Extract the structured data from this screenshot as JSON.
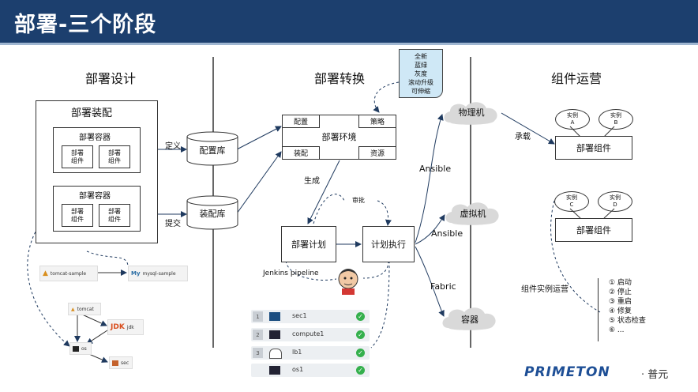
{
  "header": {
    "title": "部署-三个阶段"
  },
  "sections": {
    "design": "部署设计",
    "transform": "部署转换",
    "operations": "组件运营"
  },
  "design": {
    "assembly": "部署装配",
    "container1": "部署容器",
    "container2": "部署容器",
    "component": "部署\n组件",
    "thumb_tomcat_sample": "tomcat-sample",
    "thumb_mysql_sample": "mysql-sample",
    "thumb_tomcat": "tomcat",
    "thumb_jdk": "jdk",
    "thumb_os": "os",
    "thumb_sec": "sec"
  },
  "transform": {
    "define": "定义",
    "submit": "提交",
    "config_repo": "配置库",
    "assembly_repo": "装配库",
    "env": "部署环境",
    "env_config": "配置",
    "env_policy": "策略",
    "env_assembly": "装配",
    "env_resource": "资源",
    "note": "全新\n蓝绿\n灰度\n滚动升级\n可伸缩",
    "generate": "生成",
    "approve": "审批",
    "plan": "部署计划",
    "execute": "计划执行",
    "jenkins": "Jenkins pipeline",
    "servers": [
      {
        "num": "1",
        "name": "sec1"
      },
      {
        "num": "2",
        "name": "compute1"
      },
      {
        "num": "3",
        "name": "lb1"
      },
      {
        "num": "",
        "name": "os1"
      }
    ]
  },
  "targets": {
    "physical": "物理机",
    "virtual": "虚拟机",
    "container": "容器",
    "ansible1": "Ansible",
    "ansible2": "Ansible",
    "fabric": "Fabric"
  },
  "operations": {
    "carry": "承载",
    "inst_a": "实例\nA",
    "inst_b": "实例\nB",
    "inst_c": "实例\nC",
    "inst_d": "实例\nD",
    "component1": "部署组件",
    "component2": "部署组件",
    "instance_ops": "组件实例运营",
    "ops": [
      "① 启动",
      "② 停止",
      "③ 重启",
      "④ 修复",
      "⑤ 状态检查",
      "⑥ ..."
    ]
  },
  "logo": {
    "brand": "PRIMETON",
    "suffix": "· 普元"
  },
  "colors": {
    "header": "#1c3f6e",
    "note_fill": "#cfe8f6",
    "cloud": "#d9d9d9",
    "ok": "#35b04d"
  }
}
